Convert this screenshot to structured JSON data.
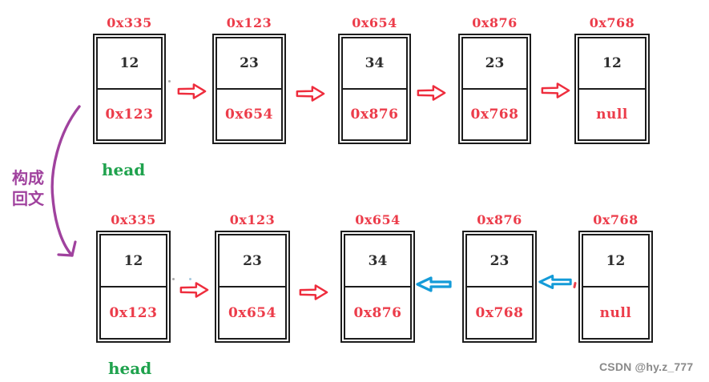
{
  "diagram_title": "linked list palindrome illustration",
  "colors": {
    "background": "#ffffff",
    "ink": "#1c1c1c",
    "red": "#ec3c4a",
    "arrow_red": "#ee2d3d",
    "arrow_blue": "#149bd8",
    "green": "#1fa24d",
    "purple": "#a0429e",
    "watermark_gray": "#8a8a8a"
  },
  "annotation": {
    "line1": "构成",
    "line2": "回文",
    "arrow": "curved-down-arrow"
  },
  "watermark": {
    "text": "CSDN @hy.z_777"
  },
  "rows": [
    {
      "name": "original-list",
      "head_label": "head",
      "nodes": [
        {
          "address": "0x335",
          "value": "12",
          "next": "0x123"
        },
        {
          "address": "0x123",
          "value": "23",
          "next": "0x654"
        },
        {
          "address": "0x654",
          "value": "34",
          "next": "0x876"
        },
        {
          "address": "0x876",
          "value": "23",
          "next": "0x768"
        },
        {
          "address": "0x768",
          "value": "12",
          "next": "null"
        }
      ],
      "arrows": [
        {
          "direction": "right",
          "color": "#ee2d3d"
        },
        {
          "direction": "right",
          "color": "#ee2d3d"
        },
        {
          "direction": "right",
          "color": "#ee2d3d"
        },
        {
          "direction": "right",
          "color": "#ee2d3d"
        }
      ]
    },
    {
      "name": "palindrome-check-list",
      "head_label": "head",
      "nodes": [
        {
          "address": "0x335",
          "value": "12",
          "next": "0x123"
        },
        {
          "address": "0x123",
          "value": "23",
          "next": "0x654"
        },
        {
          "address": "0x654",
          "value": "34",
          "next": "0x876"
        },
        {
          "address": "0x876",
          "value": "23",
          "next": "0x768"
        },
        {
          "address": "0x768",
          "value": "12",
          "next": "null"
        }
      ],
      "arrows": [
        {
          "direction": "right",
          "color": "#ee2d3d"
        },
        {
          "direction": "right",
          "color": "#ee2d3d"
        },
        {
          "direction": "left",
          "color": "#149bd8"
        },
        {
          "direction": "left",
          "color": "#149bd8"
        }
      ]
    }
  ]
}
